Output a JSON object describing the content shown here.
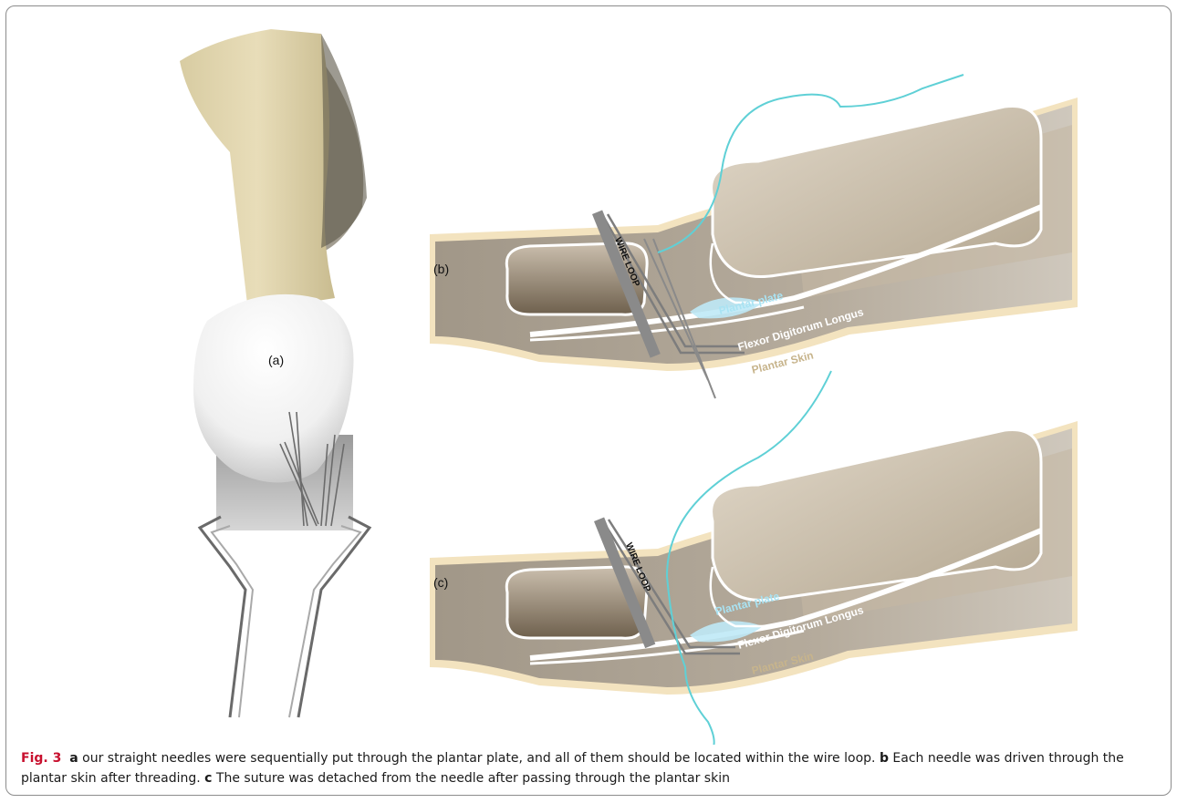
{
  "panels": {
    "a": "(a)",
    "b": "(b)",
    "c": "(c)"
  },
  "labels": {
    "wire_loop": "WIRE LOOP",
    "plantar_plate": "Plantar plate",
    "flexor": "Flexor Digitorum Longus",
    "plantar_skin": "Plantar Skin"
  },
  "caption": {
    "figure_label": "Fig. 3",
    "a_letter": "a",
    "a_text": "our straight needles were sequentially put through the plantar plate, and all of them should be located within the wire loop.",
    "b_letter": "b",
    "b_text": "Each needle was driven through the plantar skin after threading.",
    "c_letter": "c",
    "c_text": "The suture was detached from the needle after passing through the plantar skin"
  },
  "colors": {
    "bone": "#e6dcb8",
    "cartilage": "#f2f2f2",
    "tissue": "#a39a8d",
    "skin_outline": "#f3e3bf",
    "suture": "#5fd0d6",
    "plantar_plate_text": "#a9e3f3",
    "caption_label": "#c8102e"
  }
}
